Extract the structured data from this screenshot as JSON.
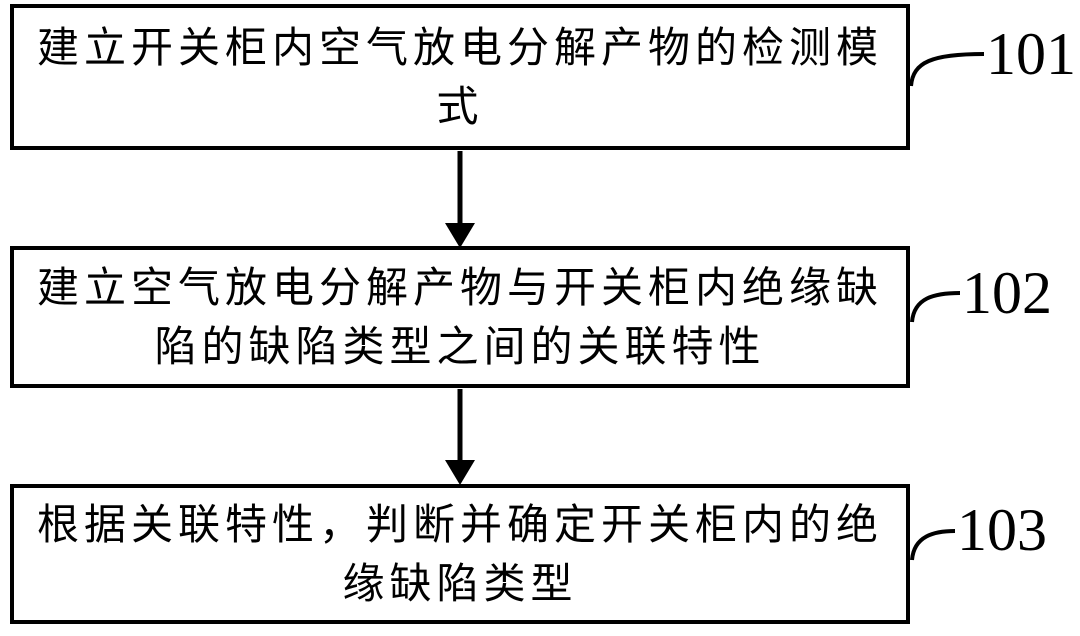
{
  "figure": {
    "type": "flowchart",
    "background_color": "#ffffff",
    "ink_color": "#000000",
    "steps": [
      {
        "ref": "101",
        "line1": "建立开关柜内空气放电分解产物的检测模",
        "line2": "式"
      },
      {
        "ref": "102",
        "line1": "建立空气放电分解产物与开关柜内绝缘缺",
        "line2": "陷的缺陷类型之间的关联特性"
      },
      {
        "ref": "103",
        "line1": "根据关联特性，判断并确定开关柜内的绝",
        "line2": "缘缺陷类型"
      }
    ]
  }
}
